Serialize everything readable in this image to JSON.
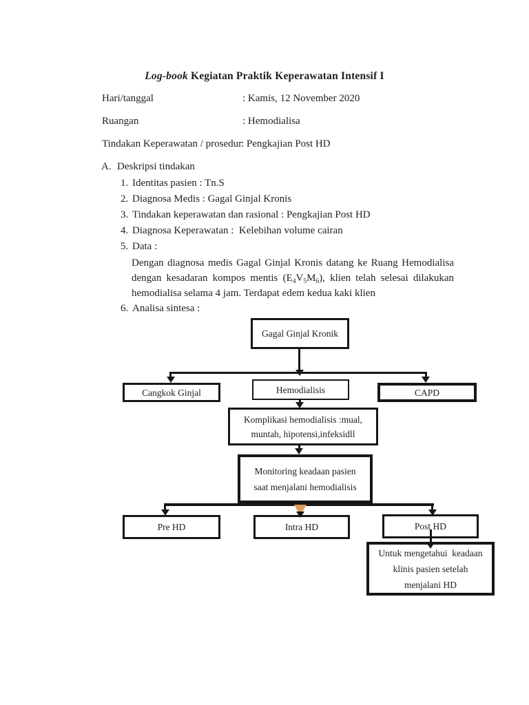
{
  "doc": {
    "title_italic": "Log-book",
    "title_rest": "Kegiatan Praktik Keperawatan Intensif I",
    "fields": [
      {
        "label": "Hari/tanggal",
        "value": ": Kamis, 12 November 2020"
      },
      {
        "label": "Ruangan",
        "value": ": Hemodialisa"
      },
      {
        "label": "Tindakan Keperawatan / prosedur",
        "value": ": Pengkajian Post HD"
      }
    ],
    "section_label": "A.",
    "section_title": "Deskripsi tindakan",
    "items": [
      {
        "num": "1.",
        "text": "Identitas pasien : Tn.S"
      },
      {
        "num": "2.",
        "text": "Diagnosa Medis : Gagal Ginjal Kronis"
      },
      {
        "num": "3.",
        "text": "Tindakan keperawatan dan rasional : Pengkajian Post HD"
      },
      {
        "num": "4.",
        "text": "Diagnosa Keperawatan :  Kelebihan volume cairan"
      },
      {
        "num": "5.",
        "text": "Data :"
      },
      {
        "num": "6.",
        "text": "Analisa sintesa :"
      }
    ],
    "paragraph": {
      "line1": "Dengan diagnosa medis Gagal Ginjal Kronis datang ke Ruang Hemodialisa",
      "line2_a": "dengan kesadaran kompos mentis (E",
      "line2_sub1": "4",
      "line2_b": "V",
      "line2_sub2": "5",
      "line2_c": "M",
      "line2_sub3": "6",
      "line2_d": "), klien telah selesai dilakukan",
      "line3": "hemodialisa selama 4 jam. Terdapat edem kedua kaki klien"
    }
  },
  "flowchart": {
    "root": "Gagal Ginjal Kronik",
    "transplant": "Cangkok Ginjal",
    "hemodialysis": "Hemodialisis",
    "capd": "CAPD",
    "komplikasi": {
      "line1": "Komplikasi hemodialisis :mual,",
      "line2": "muntah, hipotensi,infeksidll"
    },
    "monitoring": {
      "line1": "Monitoring keadaan pasien",
      "line2": "saat menjalani hemodialisis"
    },
    "pre_hd": "Pre HD",
    "intra_hd": "Intra HD",
    "post_hd": "Post HD",
    "untuk": {
      "line1": "Untuk mengetahui  keadaan",
      "line2": "klinis pasien setelah",
      "line3": "menjalani HD"
    }
  },
  "colors": {
    "ink": "#1f1f1f",
    "box_border": "#161616",
    "orange_arrow": "#dd9b60",
    "page_background": "#ffffff"
  }
}
